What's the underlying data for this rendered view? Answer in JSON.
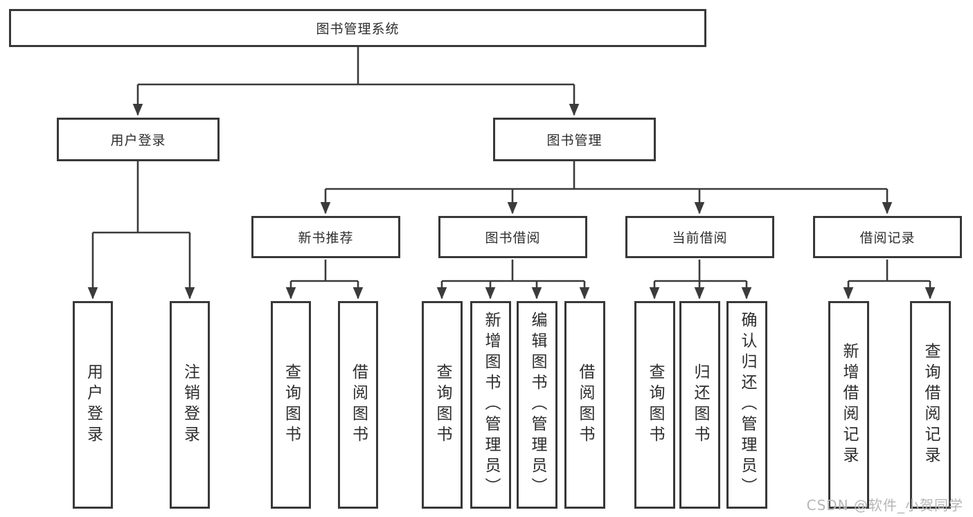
{
  "diagram": {
    "title": "图书管理系统",
    "root": "图书管理系统",
    "level2": [
      "用户登录",
      "图书管理"
    ],
    "level3": [
      "新书推荐",
      "图书借阅",
      "当前借阅",
      "借阅记录"
    ],
    "leaves": {
      "user_login": [
        "用户登录",
        "注销登录"
      ],
      "new_book": [
        "查询图书",
        "借阅图书"
      ],
      "book_borrowing": [
        "查询图书",
        "新增图书（管理员）",
        "编辑图书（管理员）",
        "借阅图书"
      ],
      "current_borrowing": [
        "查询图书",
        "归还图书",
        "确认归还（管理员）"
      ],
      "borrowing_records": [
        "新增借阅记录",
        "查询借阅记录"
      ]
    }
  },
  "colors": {
    "line": "#3b3b3b",
    "box_border": "#383838",
    "text": "#2d2d2d",
    "background": "#ffffff",
    "watermark": "#b6b6b6"
  },
  "watermark": "CSDN @软件_小贺同学"
}
